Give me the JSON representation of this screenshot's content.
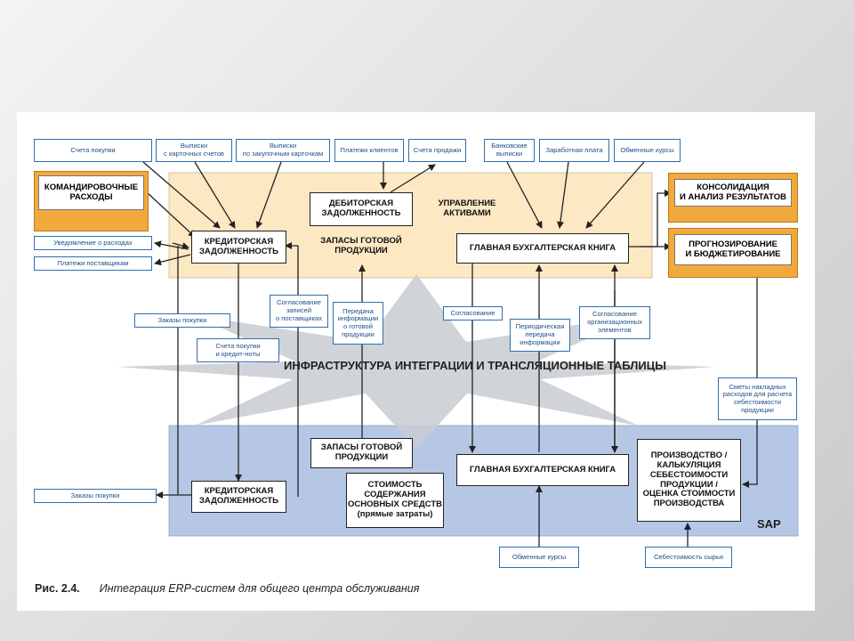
{
  "top_labels": {
    "scheta_pokupki": "Счета покупки",
    "vypiski_kart": "Выписки\nс карточных счетов",
    "vypiski_zakup": "Выписки\nпо закупочным карточкам",
    "platezhi_klientov": "Платежи клиентов",
    "scheta_prodazhi": "Счета продажи",
    "bankovskie": "Банковские\nвыписки",
    "zarplata": "Заработная плата",
    "obmennye_top": "Обменные курсы"
  },
  "left_labels": {
    "uvedomlenie": "Уведомление о расходах",
    "platezhi_post": "Платежи поставщикам",
    "zakazy_top": "Заказы покупки",
    "zakazy_bottom": "Заказы покупки"
  },
  "orange_boxes": {
    "komandirovochnye": "КОМАНДИРОВОЧНЫЕ\nРАСХОДЫ",
    "konsolidacia": "КОНСОЛИДАЦИЯ\nИ АНАЛИЗ РЕЗУЛЬТАТОВ",
    "prognoz": "ПРОГНОЗИРОВАНИЕ\nИ БЮДЖЕТИРОВАНИЕ"
  },
  "top_zone": {
    "kreditor": "КРЕДИТОРСКАЯ\nЗАДОЛЖЕННОСТЬ",
    "debitor": "ДЕБИТОРСКАЯ\nЗАДОЛЖЕННОСТЬ",
    "upravlenie": "УПРАВЛЕНИЕ\nАКТИВАМИ",
    "zapasy": "ЗАПАСЫ ГОТОВОЙ\nПРОДУКЦИИ",
    "glavnaya": "ГЛАВНАЯ БУХГАЛТЕРСКАЯ КНИГА"
  },
  "middle": {
    "soglasovanie_zapisey": "Согласование\nзаписей\nо поставщиках",
    "peredacha_info": "Передача\nинформации\nо готовой\nпродукции",
    "scheta_kredit": "Счета покупки\nи кредит-ноты",
    "soglasovanie": "Согласование",
    "periodicheskaya": "Периодическая\nпередача\nинформации",
    "soglasovanie_org": "Согласование\nорганизационных\nэлементов",
    "smety": "Сметы накладных\nрасходов для расчета\nсебестоимости\nпродукции",
    "infra_title": "ИНФРАСТРУКТУРА ИНТЕГРАЦИИ И ТРАНСЛЯЦИОННЫЕ ТАБЛИЦЫ"
  },
  "bottom_zone": {
    "zapasy": "ЗАПАСЫ ГОТОВОЙ\nПРОДУКЦИИ",
    "glavnaya": "ГЛАВНАЯ БУХГАЛТЕРСКАЯ КНИГА",
    "kreditor": "КРЕДИТОРСКАЯ\nЗАДОЛЖЕННОСТЬ",
    "stoimost": "СТОИМОСТЬ\nСОДЕРЖАНИЯ\nОСНОВНЫХ СРЕДСТВ\n(прямые затраты)",
    "proizvodstvo": "ПРОИЗВОДСТВО /\nКАЛЬКУЛЯЦИЯ\nСЕБЕСТОИМОСТИ\nПРОДУКЦИИ /\nОЦЕНКА СТОИМОСТИ\nПРОИЗВОДСТВА",
    "sap": "SAP"
  },
  "bottom_labels": {
    "obmennye": "Обменные курсы",
    "sebestoimost": "Себестоимость сырья"
  },
  "caption": {
    "number": "Рис. 2.4.",
    "text": "Интеграция ERP-систем для общего центра обслуживания"
  },
  "colors": {
    "top_zone": "#fde8c4",
    "bottom_zone": "#b6c7e6",
    "orange": "#f2a93b",
    "star": "#c8ccd1",
    "label_border": "#2e6fb0"
  }
}
